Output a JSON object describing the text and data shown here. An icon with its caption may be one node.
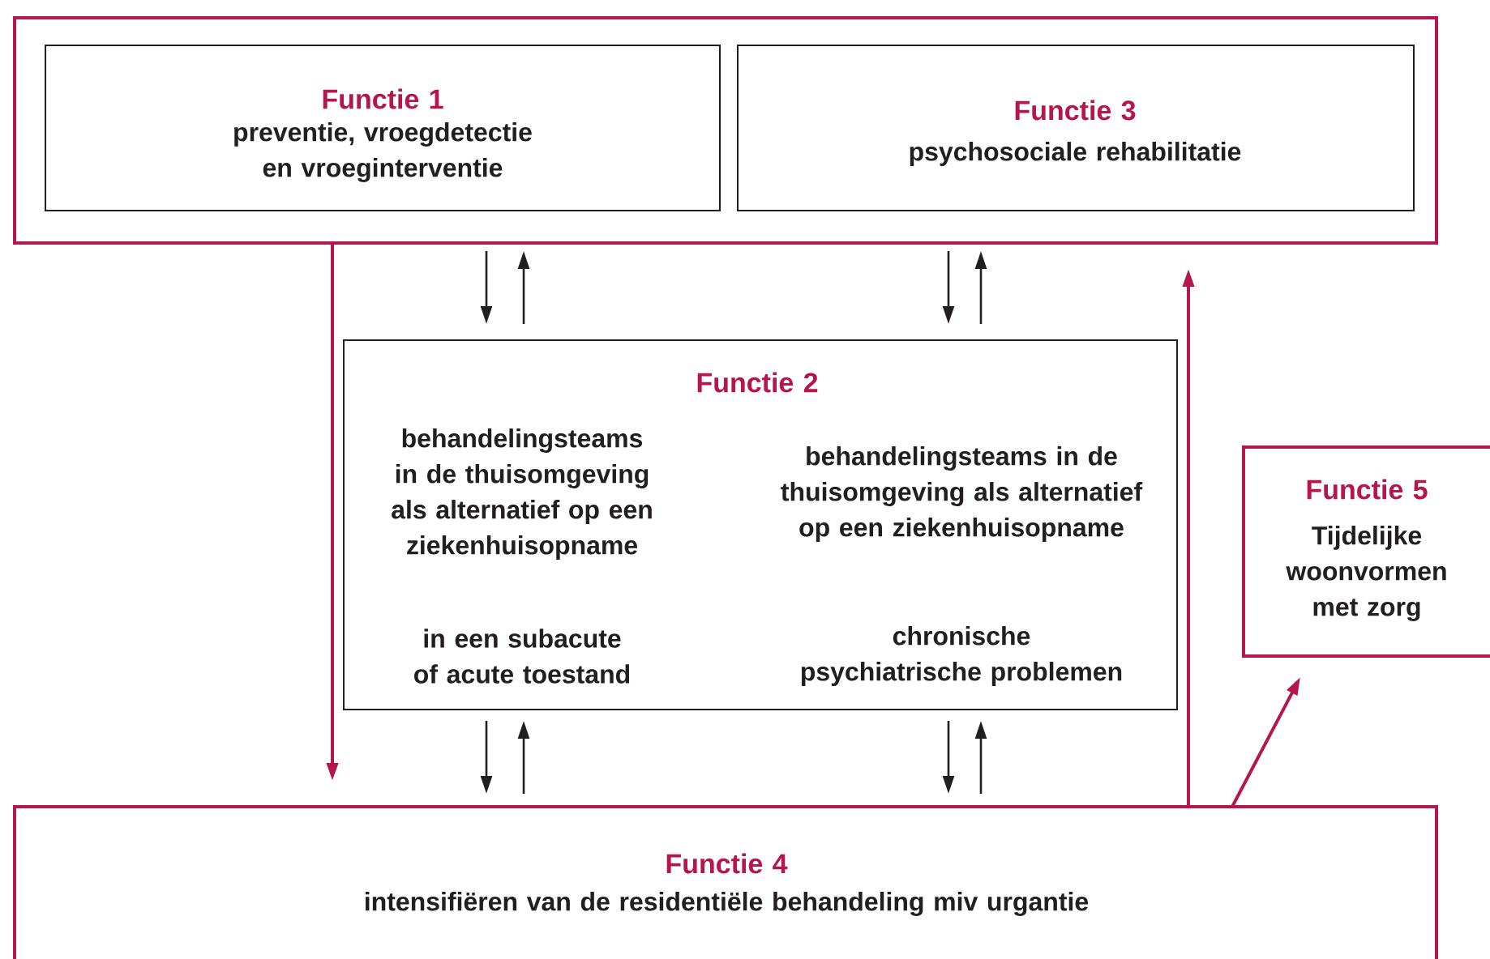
{
  "diagram": {
    "nodes": [
      {
        "text": [],
        "shape": "box"
      },
      {
        "text": [
          "Functie 1",
          "preventie, vroegdetectie en vroeginterventie"
        ],
        "in": 0
      },
      {
        "text": [
          "Functie 3",
          "psychosociale rehabilitatie"
        ],
        "in": 0
      },
      {
        "text": [
          "Functie 2",
          "behandelingsteams in de thuisomgeving als alternatief op een ziekenhuisopname",
          "in een subacute of acute toestand",
          "behandelingsteams in de thuisomgeving als alternatief op een ziekenhuisopname",
          "chronische psychiatrische problemen"
        ]
      },
      {
        "text": [
          "Functie 5",
          "Tijdelijke woonvormen met zorg"
        ]
      },
      {
        "text": [
          "Functie 4",
          "intensifiëren van de residentiële behandeling miv urgantie"
        ]
      }
    ],
    "edges": [
      {
        "from": 1,
        "to": 3,
        "arrow": "to"
      },
      {
        "from": 3,
        "to": 1,
        "arrow": "to"
      },
      {
        "from": 2,
        "to": 3,
        "arrow": "to"
      },
      {
        "from": 3,
        "to": 2,
        "arrow": "to"
      },
      {
        "from": 3,
        "to": 5,
        "arrow": "to"
      },
      {
        "from": 5,
        "to": 3,
        "arrow": "to"
      },
      {
        "from": 3,
        "to": 5,
        "arrow": "to"
      },
      {
        "from": 5,
        "to": 3,
        "arrow": "to"
      },
      {
        "from": 0,
        "to": 5,
        "arrow": "to",
        "color": "#b5174a"
      },
      {
        "from": 5,
        "to": 0,
        "arrow": "to",
        "color": "#b5174a"
      },
      {
        "from": 5,
        "to": 4,
        "arrow": "to",
        "color": "#b5174a"
      }
    ]
  }
}
